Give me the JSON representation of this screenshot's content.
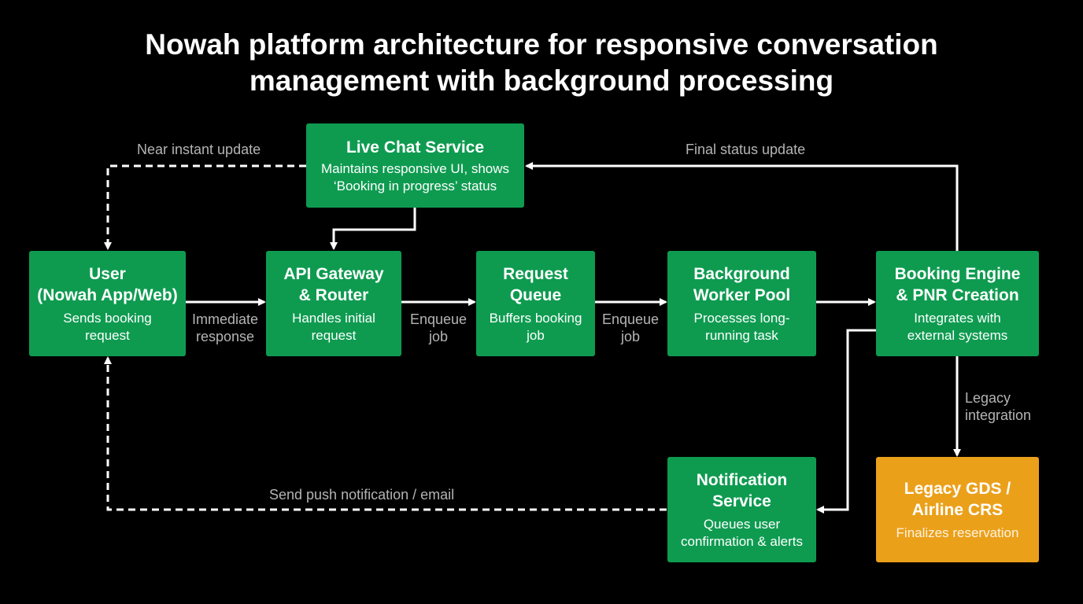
{
  "title": {
    "line1": "Nowah platform architecture for responsive conversation",
    "line2": "management with background processing"
  },
  "colors": {
    "background": "#000000",
    "node_green": "#0e9b50",
    "node_orange": "#eba01a",
    "edge": "#ffffff",
    "label": "#b4b4b4"
  },
  "nodes": {
    "live_chat": {
      "title": "Live Chat Service",
      "desc1": "Maintains responsive UI, shows",
      "desc2": "‘Booking in progress’ status"
    },
    "user": {
      "title1": "User",
      "title2": "(Nowah App/Web)",
      "desc1": "Sends booking",
      "desc2": "request"
    },
    "api_gateway": {
      "title1": "API Gateway",
      "title2": "& Router",
      "desc1": "Handles initial",
      "desc2": "request"
    },
    "request_queue": {
      "title1": "Request",
      "title2": "Queue",
      "desc1": "Buffers booking",
      "desc2": "job"
    },
    "worker_pool": {
      "title1": "Background",
      "title2": "Worker Pool",
      "desc1": "Processes long-",
      "desc2": "running task"
    },
    "booking_engine": {
      "title1": "Booking Engine",
      "title2": "& PNR Creation",
      "desc1": "Integrates with",
      "desc2": "external systems"
    },
    "notification": {
      "title1": "Notification",
      "title2": "Service",
      "desc1": "Queues user",
      "desc2": "confirmation & alerts"
    },
    "legacy": {
      "title1": "Legacy GDS /",
      "title2": "Airline CRS",
      "desc1": "Finalizes reservation"
    }
  },
  "edges": {
    "near_instant": "Near instant update",
    "final_status": "Final status update",
    "immediate1": "Immediate",
    "immediate2": "response",
    "enqueue1_a": "Enqueue",
    "enqueue1_b": "job",
    "enqueue2_a": "Enqueue",
    "enqueue2_b": "job",
    "legacy1": "Legacy",
    "legacy2": "integration",
    "push": "Send push notification / email"
  }
}
